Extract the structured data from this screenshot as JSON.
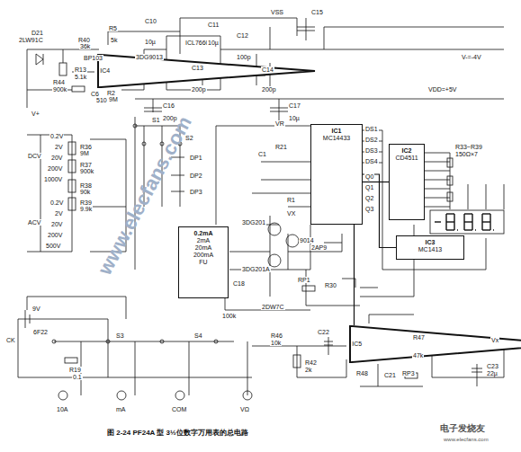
{
  "diagram": {
    "caption": "图 2-24 PF24A 型 3½位数字万用表的总电路",
    "nodes": [
      {
        "text": [
          "IC1",
          "MC14433"
        ]
      },
      {
        "text": [
          "IC2",
          "CD4511"
        ]
      },
      {
        "text": [
          "IC3",
          "MC1413"
        ]
      },
      {
        "text": [
          "IC4"
        ]
      },
      {
        "text": [
          "IC5"
        ]
      },
      {
        "text": [
          "0.2mA",
          "2mA",
          "20mA",
          "200mA",
          "FU"
        ]
      }
    ],
    "edges": [
      {
        "from": 0,
        "to": 1,
        "arrow": "none"
      },
      {
        "from": 0,
        "to": 2,
        "arrow": "none"
      },
      {
        "from": 4,
        "to": 0,
        "arrow": "none"
      }
    ],
    "labels": [
      "D21",
      "2LW91C",
      "R40",
      "36k",
      "BP103",
      "R13",
      "5.1k",
      "V+",
      "C6",
      "510",
      "R5",
      "5k",
      "3DG9013",
      "R44",
      "900k",
      "R2",
      "9M",
      "C10",
      "10µ",
      "ICL7660",
      "C11",
      "10µ",
      "C12",
      "100p",
      "C13",
      "200p",
      "C14",
      "200p",
      "VSS",
      "C15",
      "V-=-4V",
      "VDD=+5V",
      "C16",
      "200p",
      "C17",
      "10µ",
      "DP1",
      "DP2",
      "DP3",
      "S1",
      "S2",
      "0.2V",
      "2V",
      "20V",
      "200V",
      "1000V",
      "DCV",
      "R36",
      "9M",
      "R37",
      "900k",
      "R38",
      "90k",
      "R39",
      "9.9k",
      "0.2V",
      "2V",
      "20V",
      "200V",
      "500V",
      "ACV",
      "VR",
      "R21",
      "C1",
      "R1",
      "VX",
      "DS1",
      "DS2",
      "DS3",
      "DS4",
      "Q0",
      "Q1",
      "Q2",
      "Q3",
      "R33~R39",
      "150Ω×7",
      "3DG201",
      "9014",
      "3DG201A",
      "2AP9",
      "RP1",
      "2DW7C",
      "R30",
      "C18",
      "100k",
      "9V",
      "6F22",
      "CK",
      "S3",
      "S4",
      "R19",
      "0.1",
      "10A",
      "mA",
      "COM",
      "VΩ",
      "R46",
      "10k",
      "C22",
      "R47",
      "47k",
      "RP3",
      "C23",
      "22µ",
      "R42",
      "2k",
      "R48",
      "C21",
      "Vx",
      "www.elecfans.com",
      "电子发烧友",
      "www.elecfans.com"
    ]
  }
}
